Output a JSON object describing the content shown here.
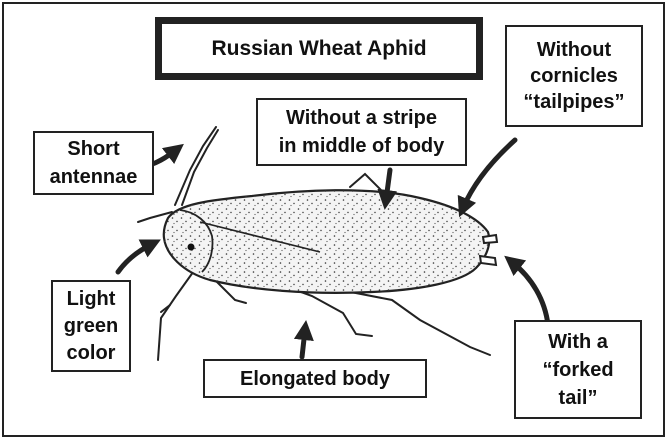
{
  "title": "Russian Wheat Aphid",
  "labels": {
    "cornicles": [
      "Without",
      "cornicles",
      "“tailpipes”"
    ],
    "stripe": [
      "Without a stripe",
      "in middle of body"
    ],
    "antennae": [
      "Short",
      "antennae"
    ],
    "color": [
      "Light",
      "green",
      "color"
    ],
    "elongated": [
      "Elongated body"
    ],
    "forked": [
      "With a",
      "“forked",
      "tail”"
    ]
  },
  "colors": {
    "ink": "#222222",
    "body_fill": "#f4f4f4"
  }
}
